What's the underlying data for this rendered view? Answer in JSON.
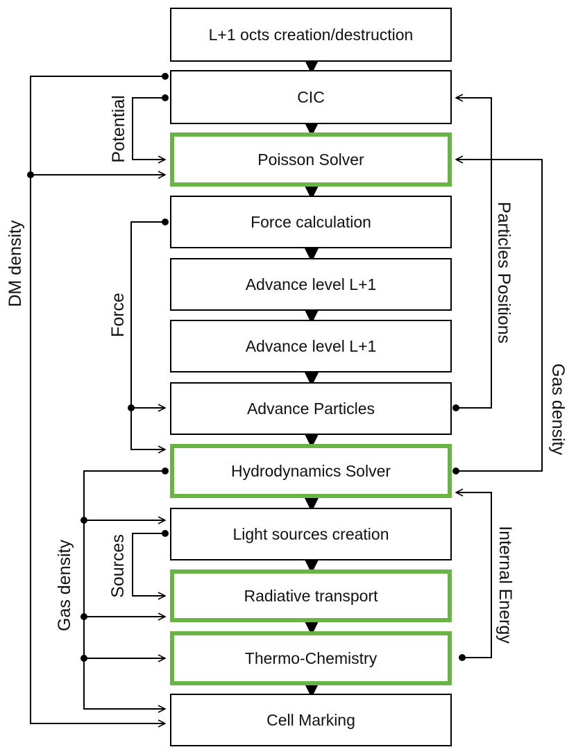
{
  "steps": [
    {
      "id": "octs",
      "label": "L+1 octs creation/destruction",
      "highlight": false
    },
    {
      "id": "cic",
      "label": "CIC",
      "highlight": false
    },
    {
      "id": "poisson",
      "label": "Poisson Solver",
      "highlight": true
    },
    {
      "id": "force",
      "label": "Force calculation",
      "highlight": false
    },
    {
      "id": "adv1",
      "label": "Advance level L+1",
      "highlight": false
    },
    {
      "id": "adv2",
      "label": "Advance level L+1",
      "highlight": false
    },
    {
      "id": "particles",
      "label": "Advance Particles",
      "highlight": false
    },
    {
      "id": "hydro",
      "label": "Hydrodynamics Solver",
      "highlight": true
    },
    {
      "id": "light",
      "label": "Light sources creation",
      "highlight": false
    },
    {
      "id": "radiative",
      "label": "Radiative transport",
      "highlight": true
    },
    {
      "id": "thermo",
      "label": "Thermo-Chemistry",
      "highlight": true
    },
    {
      "id": "cell",
      "label": "Cell Marking",
      "highlight": false
    }
  ],
  "side_labels": {
    "dm_density": "DM density",
    "potential": "Potential",
    "force": "Force",
    "gas_density_left": "Gas density",
    "sources": "Sources",
    "particles_positions": "Particles Positions",
    "gas_density_right": "Gas density",
    "internal_energy": "Internal Energy"
  },
  "colors": {
    "box_border": "#000000",
    "highlight_border": "#6ab446",
    "line": "#000000"
  }
}
